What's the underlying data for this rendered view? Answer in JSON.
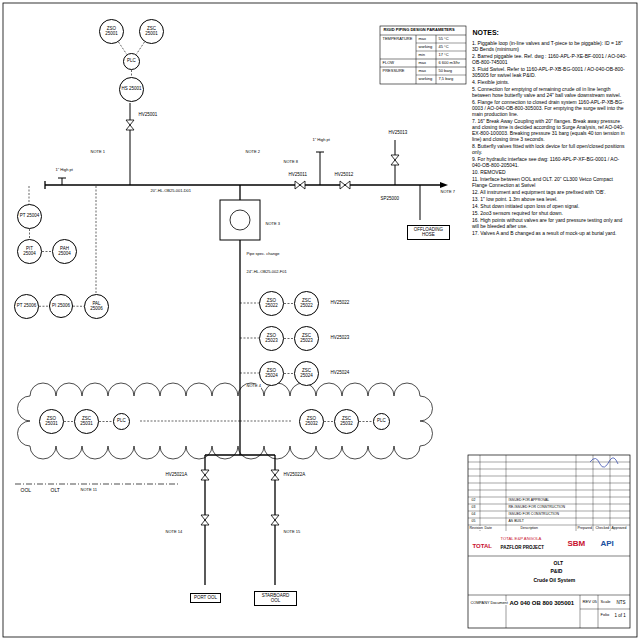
{
  "diagram": {
    "nodes": [
      {
        "text": [
          "ZSO 25001"
        ]
      },
      {
        "text": [
          "ZSC 25001"
        ]
      },
      {
        "text": [
          "PLC"
        ]
      },
      {
        "text": [
          "HS 25001"
        ]
      },
      {
        "text": [
          "PT 25004"
        ]
      },
      {
        "text": [
          "PIT 25004"
        ]
      },
      {
        "text": [
          "PAH 25004"
        ]
      },
      {
        "text": [
          "PT 25006"
        ]
      },
      {
        "text": [
          "PI 25006"
        ]
      },
      {
        "text": [
          "PAL 25006"
        ]
      },
      {
        "text": [
          "ZSO 25022"
        ]
      },
      {
        "text": [
          "ZSC 25022"
        ]
      },
      {
        "text": [
          "ZSO 25023"
        ]
      },
      {
        "text": [
          "ZSC 25023"
        ]
      },
      {
        "text": [
          "ZSO 25024"
        ]
      },
      {
        "text": [
          "ZSC 25024"
        ]
      },
      {
        "text": [
          "ZSO 25031"
        ]
      },
      {
        "text": [
          "ZSC 25031"
        ]
      },
      {
        "text": [
          "PLC"
        ]
      },
      {
        "text": [
          "ZSO 25032"
        ]
      },
      {
        "text": [
          "ZSC 25032"
        ]
      },
      {
        "text": [
          "PLC"
        ]
      },
      {
        "text": [
          "PORT OOL"
        ]
      },
      {
        "text": [
          "STARBOARD OOL"
        ]
      },
      {
        "text": [
          "OFFLOADING HOSE"
        ]
      }
    ],
    "edges": [
      {
        "from": 0,
        "to": 2,
        "arrow": "none"
      },
      {
        "from": 1,
        "to": 2,
        "arrow": "none"
      },
      {
        "from": 2,
        "to": 3,
        "arrow": "none"
      },
      {
        "from": 4,
        "to": 5,
        "arrow": "none"
      },
      {
        "from": 5,
        "to": 6,
        "arrow": "none"
      },
      {
        "from": 7,
        "to": 8,
        "arrow": "none"
      },
      {
        "from": 8,
        "to": 9,
        "arrow": "none"
      },
      {
        "from": 10,
        "to": 11,
        "arrow": "none"
      },
      {
        "from": 12,
        "to": 13,
        "arrow": "none"
      },
      {
        "from": 14,
        "to": 15,
        "arrow": "none"
      },
      {
        "from": 16,
        "to": 17,
        "arrow": "none"
      },
      {
        "from": 17,
        "to": 18,
        "arrow": "none"
      },
      {
        "from": 19,
        "to": 20,
        "arrow": "none"
      },
      {
        "from": 20,
        "to": 21,
        "arrow": "none"
      }
    ],
    "labels": [
      "RIGID PIPING DESIGN PARAMETERS",
      "TEMPERATURE",
      "max",
      "55 °C",
      "working",
      "45 °C",
      "min",
      "17 °C",
      "FLOW",
      "max",
      "6 600 m3/hr",
      "PRESSURE",
      "max",
      "50 barg",
      "working",
      "7,5 barg",
      "NOTES:",
      "1. Piggable loop (in-line valves and T-piece to be piggable): ID = 18\" 3D Bends (minimum)",
      "2. Barred piggable tee. Ref. dwg : 1160-APL-P-XE-BF-0001 / AO-040-OB-800-745001",
      "3. Fluid Swivel. Refer to 1160-APL-P-XB-BG-0001 / AO-040-OB-800-305005 for swivel leak P&ID.",
      "4. Flexible joints.",
      "5. Connection for emptying of remaining crude oil in line length between hose butterfly valve and 24\" ball valve downstream swivel.",
      "6. Flange for connection to closed drain system 1160-APL-P-XB-BG-0003 / AO-040-OB-800-305003. For emptying the surge well into the main production line.",
      "7. 16\" Break Away Coupling with 20\" flanges. Break away pressure and closing time is decided according to Surge Analysis, ref AO-040-EX-800-100003. Breaking pressure 31 barg (equals 40 ton tension in line) and closing time 3 seconds.",
      "8. Butterfly valves fitted with lock device for full open/closed positions only.",
      "9. For hydraulic interface see dwg: 1160-APL-P-XF-BG-0001 / AO-040-OB-800-205041.",
      "10. REMOVED",
      "11. Interface between OOL and OLT. 20\" CL300 Vetco Compact Flange Connection at Swivel",
      "12. All instrument and equipment tags are prefixed with 'OB'.",
      "13. 1\" low point. 1.3m above sea level.",
      "14. Shut down initiated upon loss of open signal.",
      "15. 2oo3 sensors required for shut down.",
      "16. High points without valves are for yard pressure testing only and will be bleeded after use.",
      "17. Valves A and B changed as a result of mock-up at burial yard.",
      "HV25001",
      "20\"-HL-OB25-001-D01",
      "1\" High pt",
      "1\" High pt",
      "HV25011",
      "HV25012",
      "HV25013",
      "SP25000",
      "NOTE 7",
      "NOTE 1",
      "NOTE 2",
      "NOTE 3",
      "NOTE 4",
      "NOTE 8",
      "24\"-HL-OB25-002-F01",
      "HV25022",
      "HV25023",
      "HV25024",
      "Pipe spec. change",
      "OOL",
      "OLT",
      "NOTE 11",
      "HV25021A",
      "HV25022A",
      "NOTE 14",
      "NOTE 15",
      "Revision",
      "Date",
      "Description",
      "Prepared",
      "Checked",
      "Approved",
      "05",
      "AS BUILT",
      "04",
      "ISSUED FOR CONSTRUCTION",
      "03",
      "RE-ISSUED FOR CONSTRUCTION",
      "02",
      "ISSUED FOR APPROVAL",
      "TOTAL",
      "TOTAL E&P ANGOLA",
      "PAZFLOR PROJECT",
      "SBM",
      "API",
      "OLT",
      "P&ID",
      "Crude Oil System",
      "COMPANY Document",
      "AO 040 OB 800 305001",
      "REV 05",
      "Scale",
      "NTS",
      "Folio",
      "1 of 1"
    ]
  }
}
